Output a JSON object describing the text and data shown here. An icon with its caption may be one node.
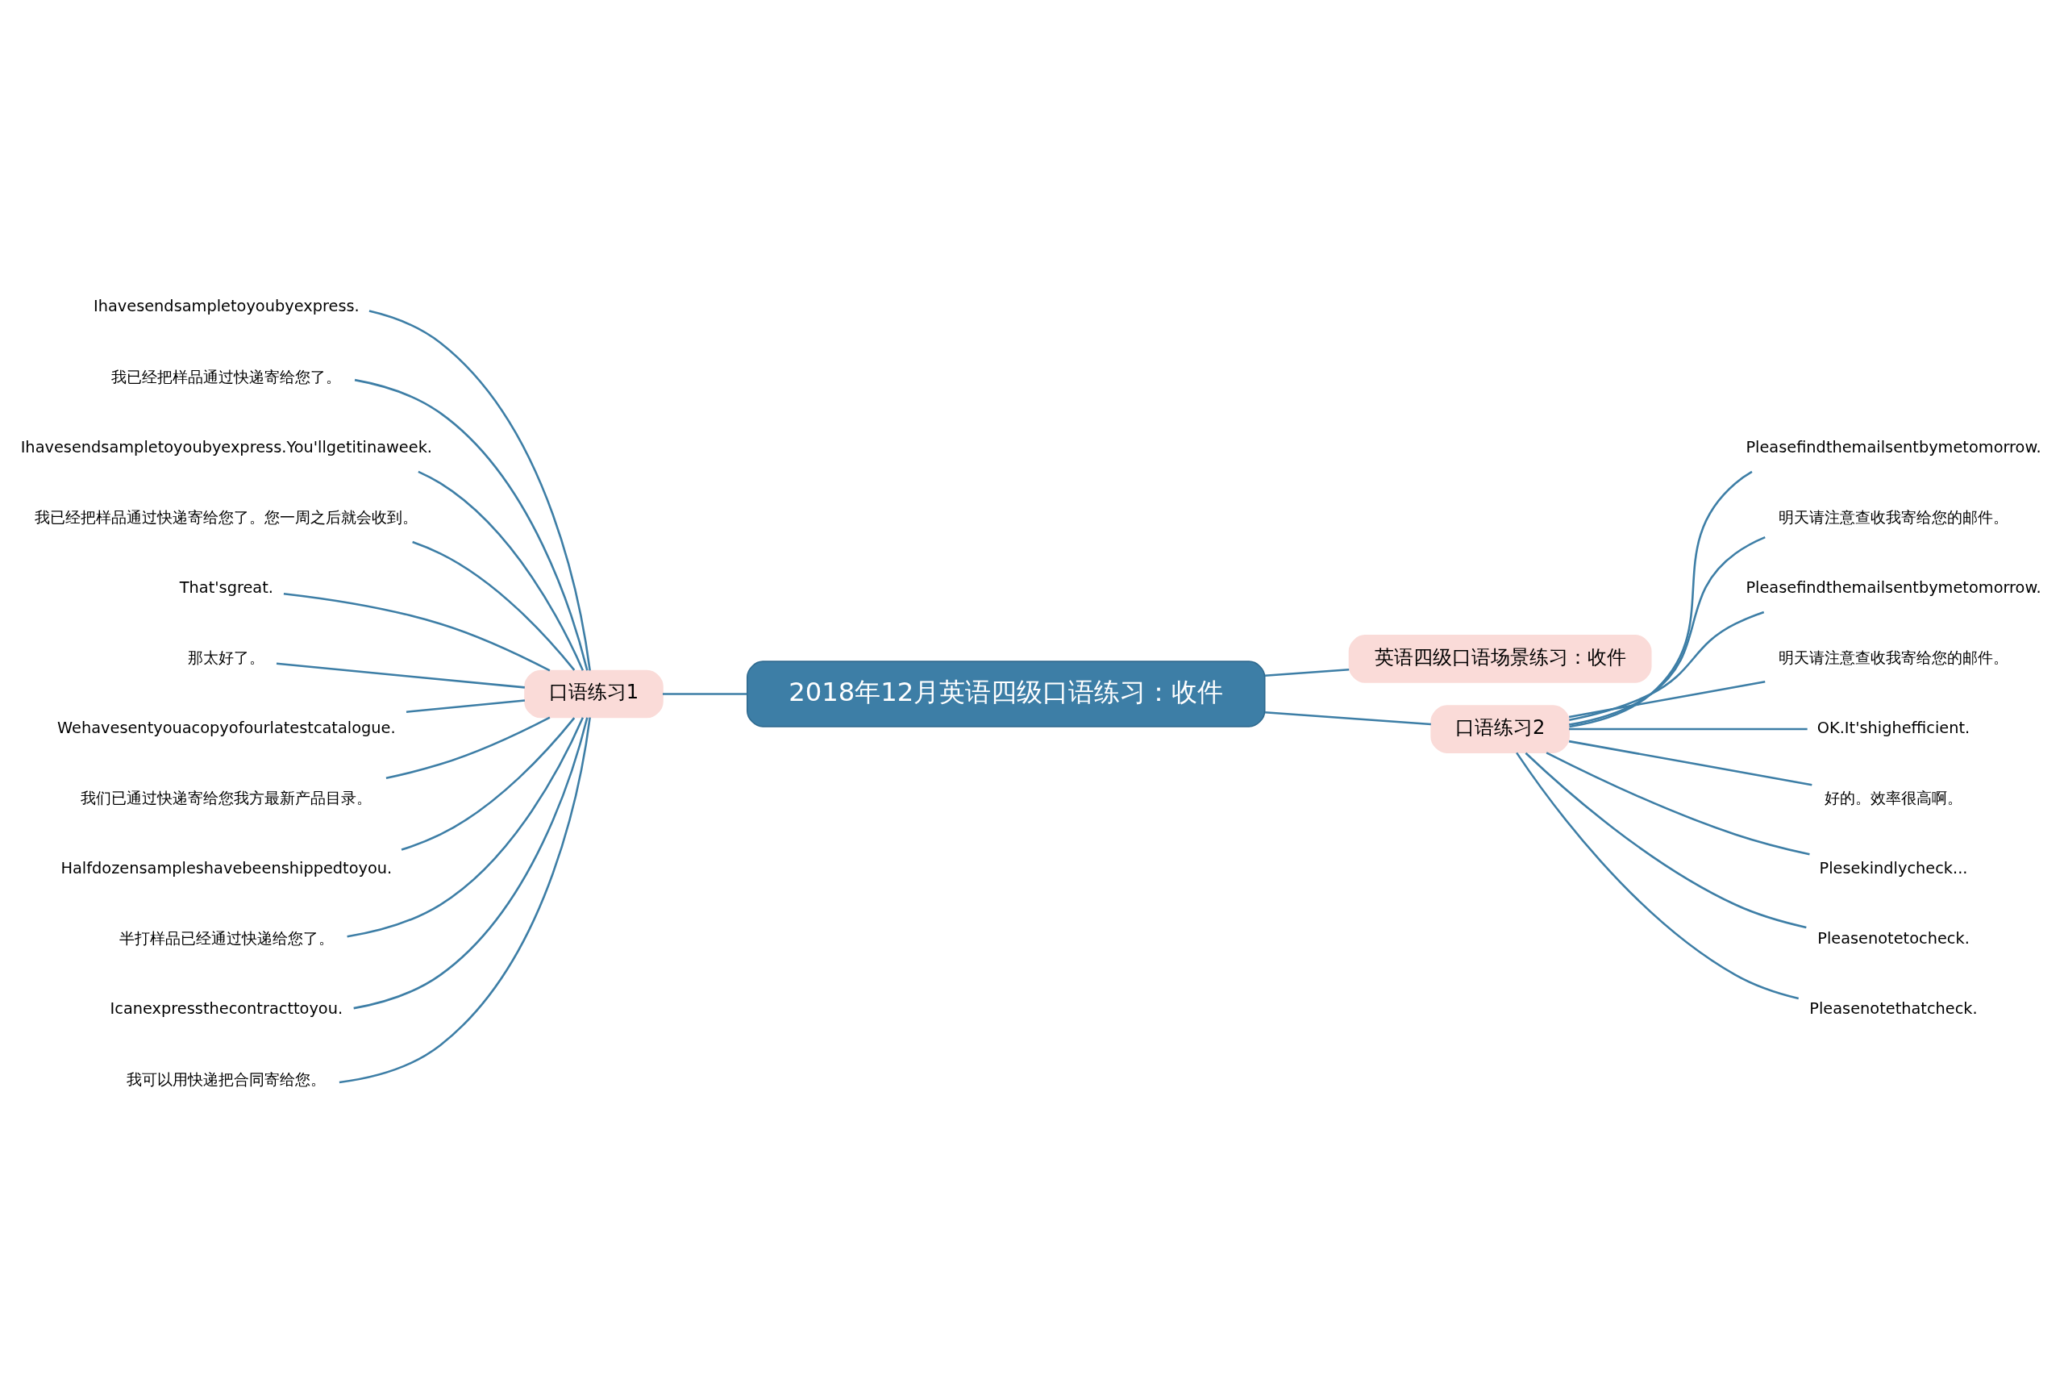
{
  "diagram": {
    "nodes": [
      {
        "text": [
          "2018年12月英语四级口语练习：收件"
        ]
      },
      {
        "text": [
          "英语四级口语场景练习：收件"
        ]
      },
      {
        "text": [
          "口语练习1"
        ]
      },
      {
        "text": [
          "口语练习2"
        ]
      },
      {
        "text": [
          "Ihavesendsampletoyoubyexpress."
        ]
      },
      {
        "text": [
          "我已经把样品通过快递寄给您了。"
        ]
      },
      {
        "text": [
          "Ihavesendsampletoyoubyexpress.You'llgetitinaweek."
        ]
      },
      {
        "text": [
          "我已经把样品通过快递寄给您了。您一周之后就会收到。"
        ]
      },
      {
        "text": [
          "That'sgreat."
        ]
      },
      {
        "text": [
          "那太好了。"
        ]
      },
      {
        "text": [
          "Wehavesentyouacopyofourlatestcatalogue."
        ]
      },
      {
        "text": [
          "我们已通过快递寄给您我方最新产品目录。"
        ]
      },
      {
        "text": [
          "Halfdozensampleshavebeenshippedtoyou."
        ]
      },
      {
        "text": [
          "半打样品已经通过快递给您了。"
        ]
      },
      {
        "text": [
          "Icanexpressthecontracttoyou."
        ]
      },
      {
        "text": [
          "我可以用快递把合同寄给您。"
        ]
      },
      {
        "text": [
          "Pleasefindthemailsentbymetomorrow."
        ]
      },
      {
        "text": [
          "明天请注意查收我寄给您的邮件。"
        ]
      },
      {
        "text": [
          "Pleasefindthemailsentbymetomorrow."
        ]
      },
      {
        "text": [
          "明天请注意查收我寄给您的邮件。"
        ]
      },
      {
        "text": [
          "OK.It'shighefficient."
        ]
      },
      {
        "text": [
          "好的。效率很高啊。"
        ]
      },
      {
        "text": [
          "Plesekindlycheck..."
        ]
      },
      {
        "text": [
          "Pleasenotetocheck."
        ]
      },
      {
        "text": [
          "Pleasenotethatcheck."
        ]
      }
    ],
    "edges": [
      {
        "from": 0,
        "to": 1,
        "arrow": "none"
      },
      {
        "from": 0,
        "to": 2,
        "arrow": "none"
      },
      {
        "from": 0,
        "to": 3,
        "arrow": "none"
      },
      {
        "from": 2,
        "to": 4,
        "arrow": "none"
      },
      {
        "from": 2,
        "to": 5,
        "arrow": "none"
      },
      {
        "from": 2,
        "to": 6,
        "arrow": "none"
      },
      {
        "from": 2,
        "to": 7,
        "arrow": "none"
      },
      {
        "from": 2,
        "to": 8,
        "arrow": "none"
      },
      {
        "from": 2,
        "to": 9,
        "arrow": "none"
      },
      {
        "from": 2,
        "to": 10,
        "arrow": "none"
      },
      {
        "from": 2,
        "to": 11,
        "arrow": "none"
      },
      {
        "from": 2,
        "to": 12,
        "arrow": "none"
      },
      {
        "from": 2,
        "to": 13,
        "arrow": "none"
      },
      {
        "from": 2,
        "to": 14,
        "arrow": "none"
      },
      {
        "from": 2,
        "to": 15,
        "arrow": "none"
      },
      {
        "from": 3,
        "to": 16,
        "arrow": "none"
      },
      {
        "from": 3,
        "to": 17,
        "arrow": "none"
      },
      {
        "from": 3,
        "to": 18,
        "arrow": "none"
      },
      {
        "from": 3,
        "to": 19,
        "arrow": "none"
      },
      {
        "from": 3,
        "to": 20,
        "arrow": "none"
      },
      {
        "from": 3,
        "to": 21,
        "arrow": "none"
      },
      {
        "from": 3,
        "to": 22,
        "arrow": "none"
      },
      {
        "from": 3,
        "to": 23,
        "arrow": "none"
      },
      {
        "from": 3,
        "to": 24,
        "arrow": "none"
      }
    ]
  }
}
